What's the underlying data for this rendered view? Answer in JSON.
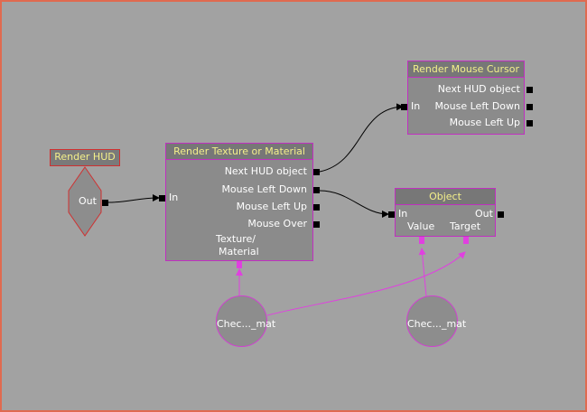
{
  "render_hud": {
    "title": "Render HUD",
    "out_label": "Out"
  },
  "render_texture": {
    "title": "Render Texture or Material",
    "in_label": "In",
    "outputs": [
      "Next HUD object",
      "Mouse Left Down",
      "Mouse Left Up",
      "Mouse Over"
    ],
    "texture_label_1": "Texture/",
    "texture_label_2": "Material"
  },
  "render_mouse_cursor": {
    "title": "Render Mouse Cursor",
    "in_label": "In",
    "outputs": [
      "Next HUD object",
      "Mouse Left Down",
      "Mouse Left Up"
    ]
  },
  "object_node": {
    "title": "Object",
    "in_label": "In",
    "out_label": "Out",
    "value_label": "Value",
    "target_label": "Target"
  },
  "variable_1": {
    "label": "Chec..._mat"
  },
  "variable_2": {
    "label": "Chec..._mat"
  },
  "colors": {
    "background": "#a2a2a2",
    "node_border": "#c030c0",
    "title_text": "#f4f08a",
    "variable_link": "#e040e0",
    "frame_border": "#e06a50"
  }
}
